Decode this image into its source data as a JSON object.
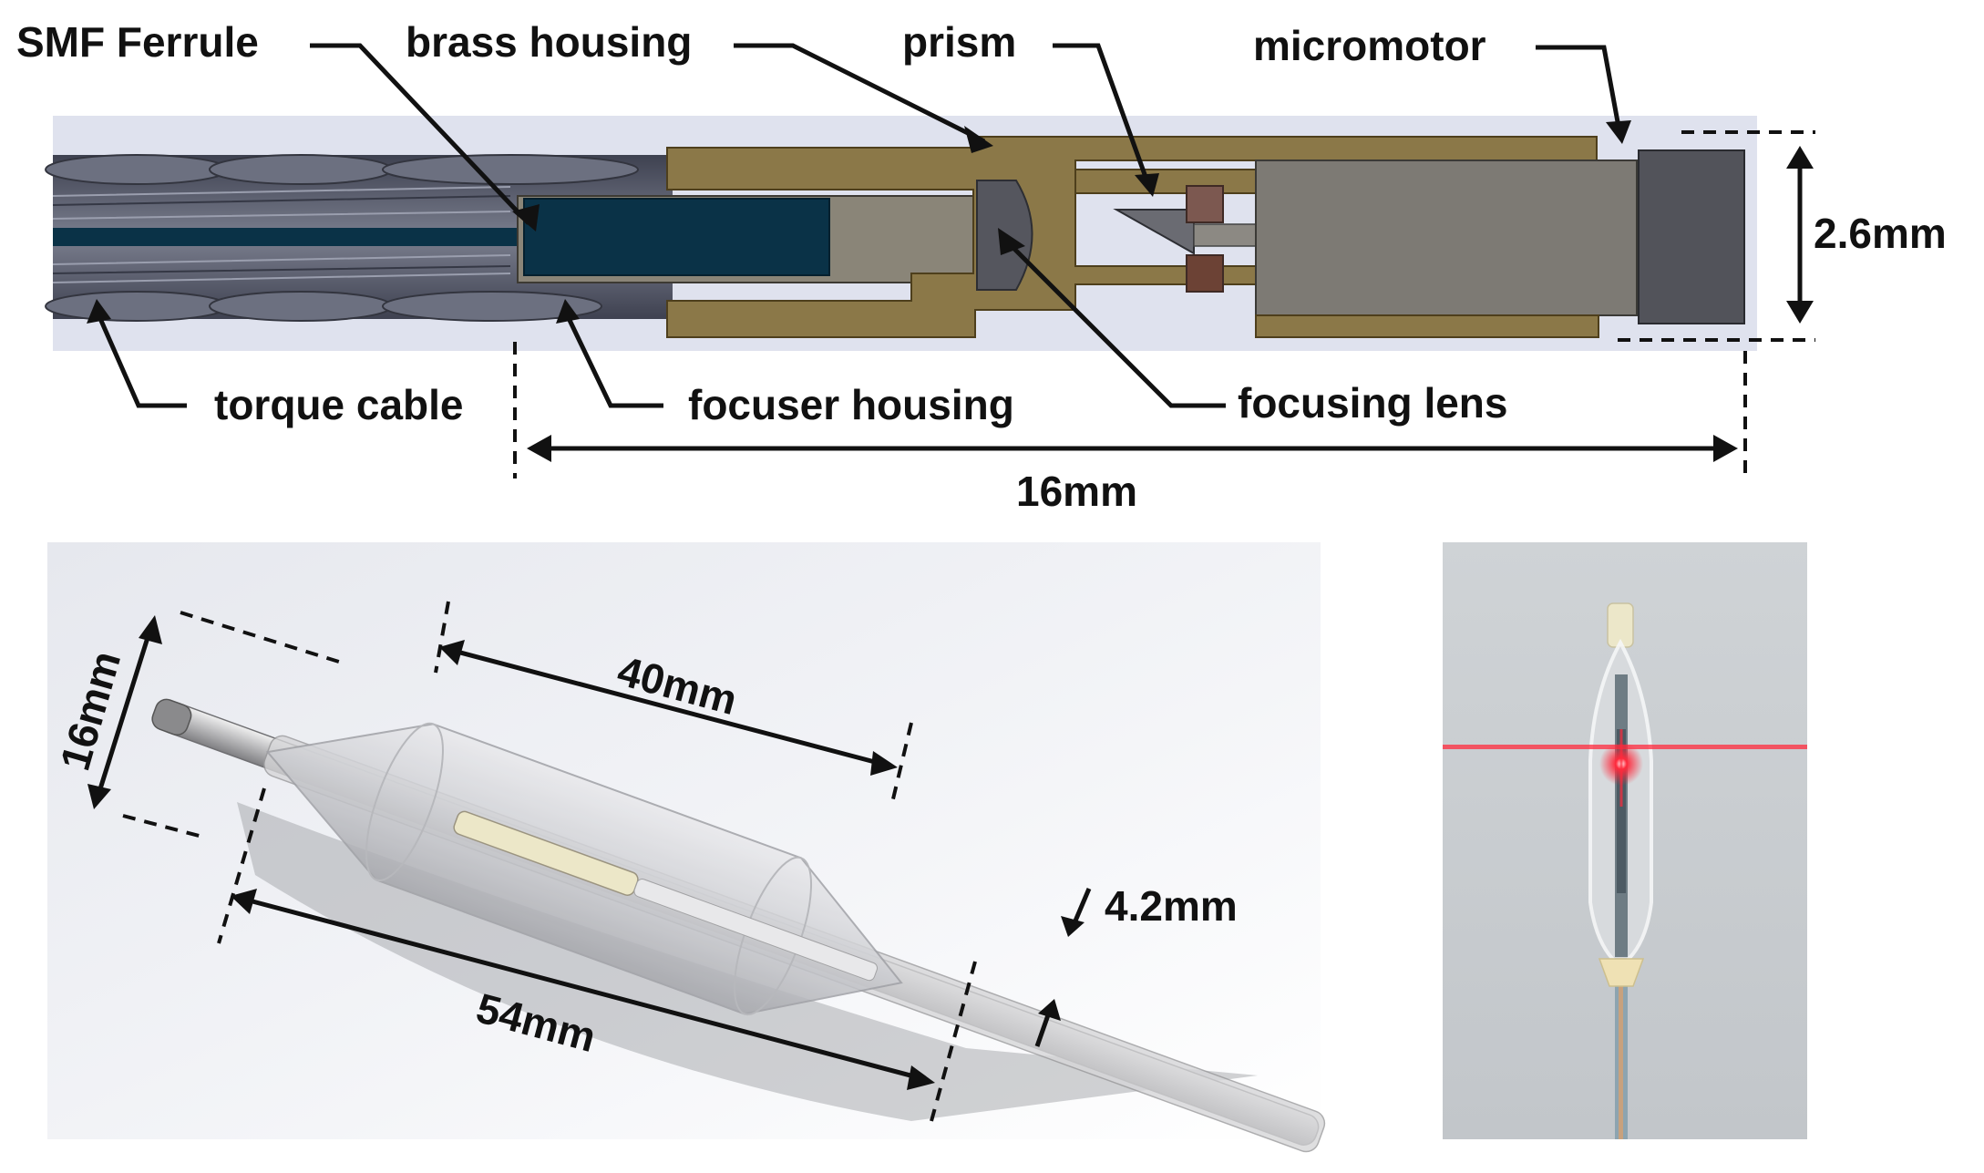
{
  "labels": {
    "smf_ferrule": "SMF Ferrule",
    "brass_housing": "brass housing",
    "prism": "prism",
    "micromotor": "micromotor",
    "diameter": "2.6mm",
    "torque_cable": "torque cable",
    "focuser_housing": "focuser housing",
    "focusing_lens": "focusing lens",
    "probe_length": "16mm"
  },
  "balloon": {
    "balloon_length": "40mm",
    "total_length": "54mm",
    "balloon_diameter": "16mm",
    "shaft_diameter": "4.2mm"
  },
  "colors": {
    "brass": "#8b7848",
    "brass_edge": "#4e3f1c",
    "ferrule": "#0a3247",
    "housing_grey": "#8a8578",
    "motor_body": "#7d7a74",
    "motor_cap": "#52535a",
    "cable": "#5b5f6e",
    "background_panel": "#dfe2ee",
    "laser": "#ff2a3c"
  }
}
